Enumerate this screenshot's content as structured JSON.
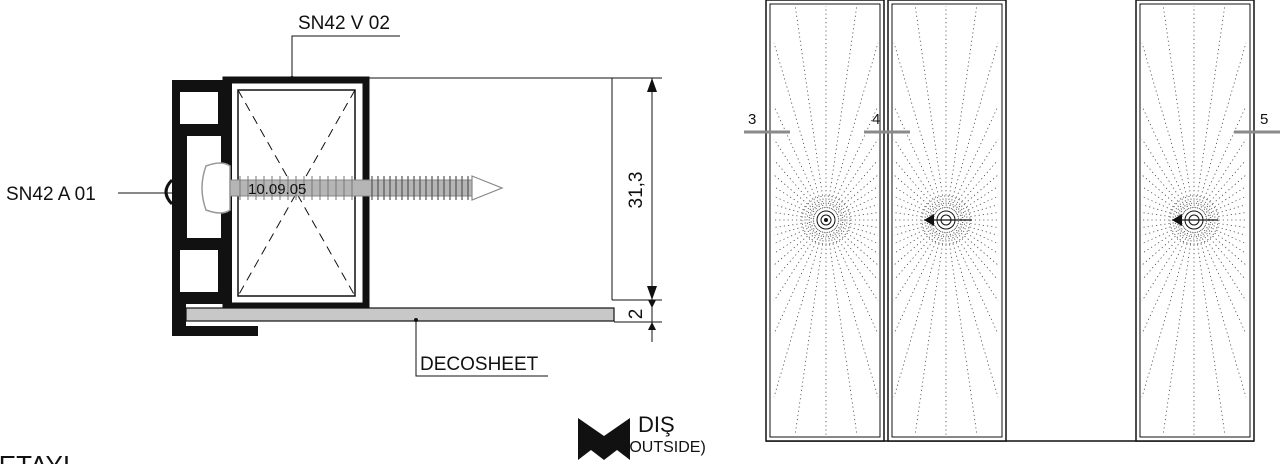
{
  "labels": {
    "top_profile": "SN42 V 02",
    "side_profile": "SN42 A 01",
    "bottom_sheet": "DECOSHEET",
    "screw_part": "10.09.05"
  },
  "dimensions": {
    "height": "31,3",
    "sheet_thickness": "2"
  },
  "orientation": {
    "label": "DIŞ",
    "sublabel": "(OUTSIDE)"
  },
  "section_refs": [
    "3",
    "4",
    "5"
  ],
  "title_fragment": "DETAYI",
  "colors": {
    "profile": "#111111",
    "screw": "#b5b5b5",
    "sheet": "#c8c8c8",
    "ref_mark": "#8a8a8a"
  }
}
